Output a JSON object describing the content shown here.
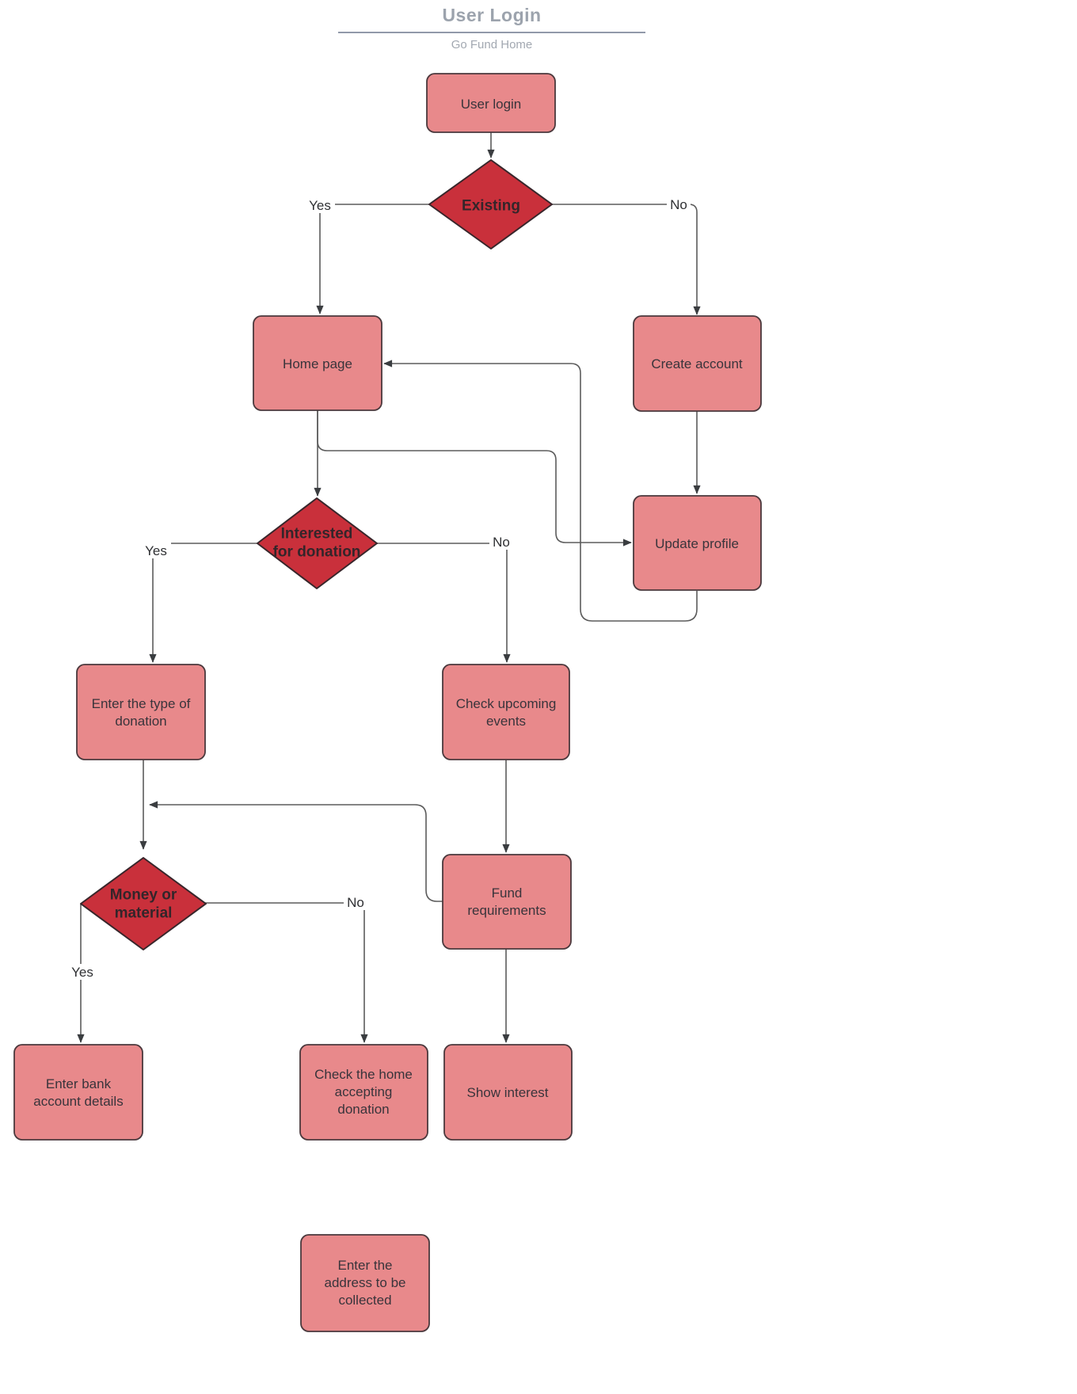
{
  "header": {
    "title": "User Login",
    "subtitle": "Go Fund Home"
  },
  "colors": {
    "process_fill": "#E8898B",
    "process_border": "#4A383C",
    "decision_fill": "#C9303B",
    "decision_border": "#38262B",
    "edge_color": "#5B5B5B",
    "arrow_color": "#3A3D40",
    "node_text": "#39343B",
    "decision_text": "#33252A",
    "label_color": "#2F3033",
    "title_color": "#9CA3AD",
    "subtitle_color": "#A2A8B1",
    "underline_color": "#9199A9"
  },
  "nodes": {
    "user_login": {
      "type": "process",
      "lines": [
        "User login"
      ]
    },
    "existing": {
      "type": "decision",
      "lines": [
        "Existing"
      ]
    },
    "home_page": {
      "type": "process",
      "lines": [
        "Home page"
      ]
    },
    "create_account": {
      "type": "process",
      "lines": [
        "Create account"
      ]
    },
    "update_profile": {
      "type": "process",
      "lines": [
        "Update profile"
      ]
    },
    "interested_for_donation": {
      "type": "decision",
      "lines": [
        "Interested",
        "for donation"
      ]
    },
    "enter_type_of_donation": {
      "type": "process",
      "lines": [
        "Enter the type of",
        "donation"
      ]
    },
    "check_upcoming_events": {
      "type": "process",
      "lines": [
        "Check upcoming",
        "events"
      ]
    },
    "fund_requirements": {
      "type": "process",
      "lines": [
        "Fund",
        "requirements"
      ]
    },
    "money_or_material": {
      "type": "decision",
      "lines": [
        "Money or",
        "material"
      ]
    },
    "enter_bank_account_details": {
      "type": "process",
      "lines": [
        "Enter bank",
        "account details"
      ]
    },
    "check_home_accepting_donation": {
      "type": "process",
      "lines": [
        "Check the home",
        "accepting",
        "donation"
      ]
    },
    "show_interest": {
      "type": "process",
      "lines": [
        "Show interest"
      ]
    },
    "enter_address_to_be_collected": {
      "type": "process",
      "lines": [
        "Enter the",
        "address to be",
        "collected"
      ]
    }
  },
  "edge_labels": {
    "existing_yes": "Yes",
    "existing_no": "No",
    "interested_yes": "Yes",
    "interested_no": "No",
    "money_yes": "Yes",
    "money_no": "No"
  }
}
